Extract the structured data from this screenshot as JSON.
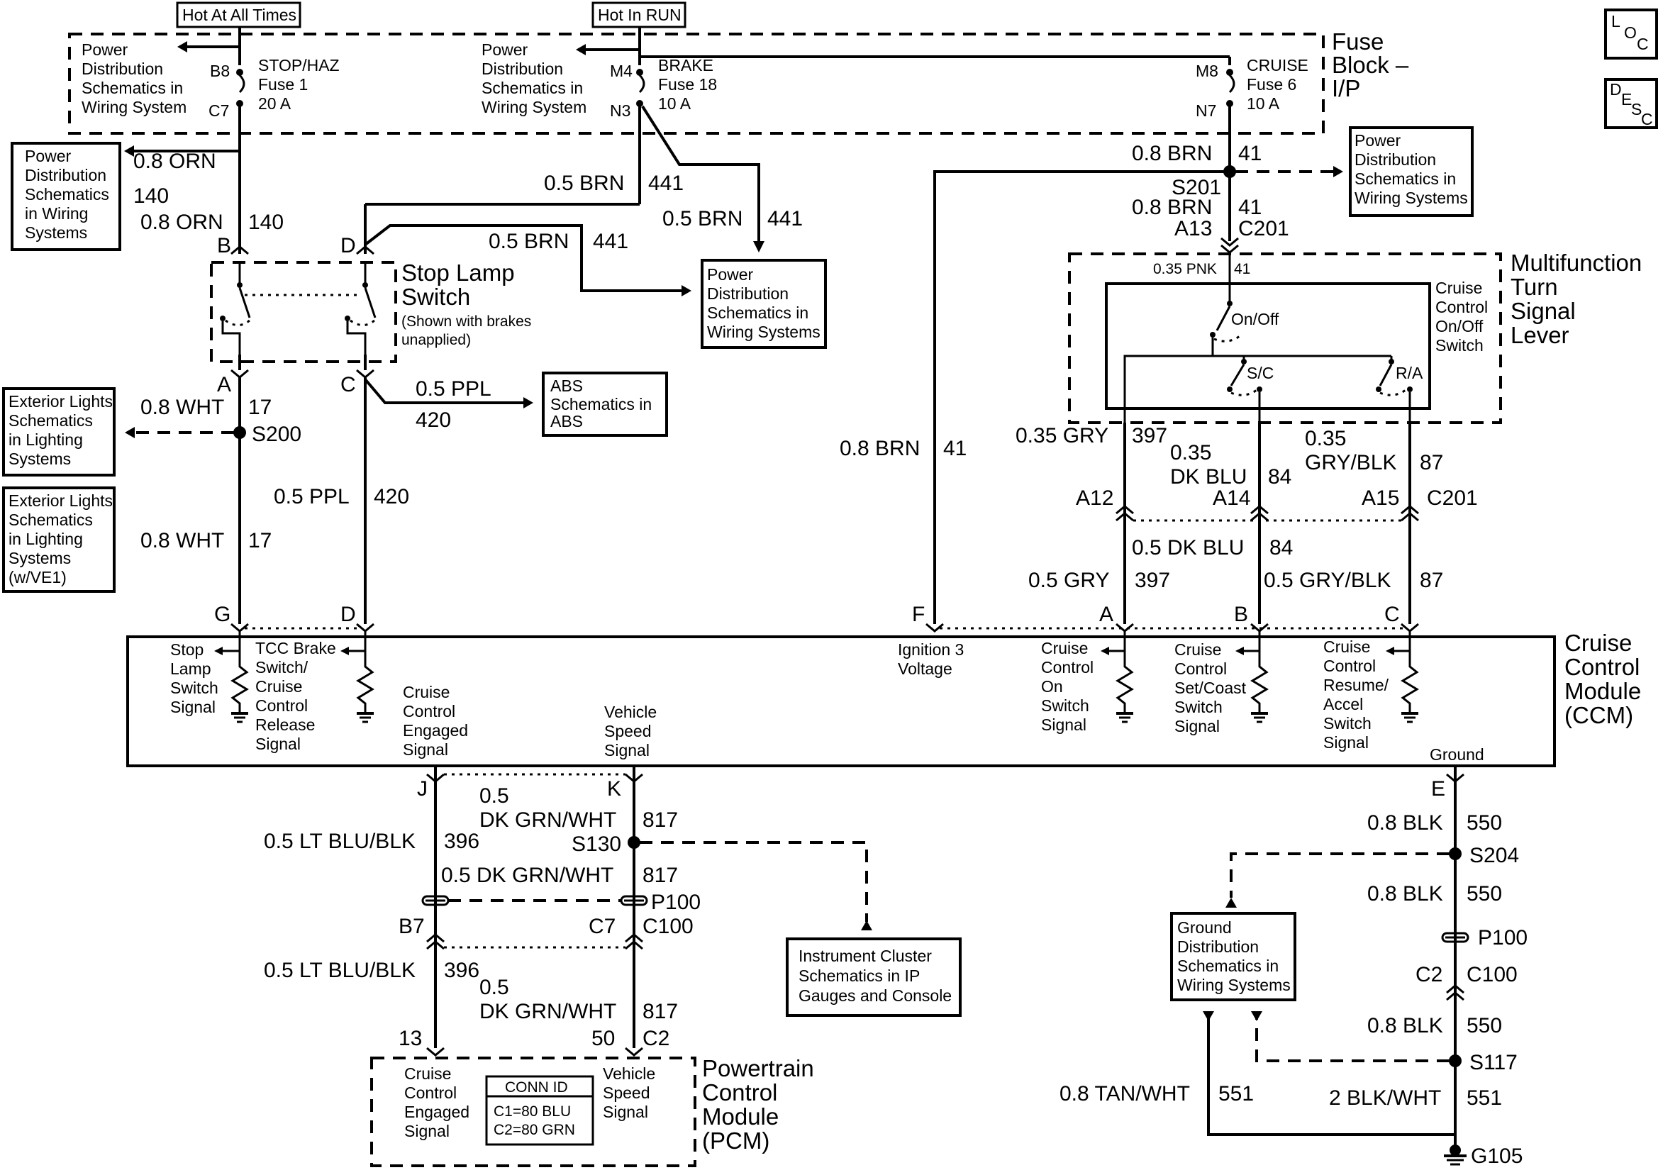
{
  "supply": {
    "hot_all_times": "Hot At All Times",
    "hot_in_run": "Hot In RUN"
  },
  "fuse_block": {
    "title": [
      "Fuse",
      "Block –",
      "I/P"
    ],
    "fuse_stophaz": {
      "name": "STOP/HAZ",
      "fuse": "Fuse 1",
      "rating": "20 A",
      "pin_in": "B8",
      "pin_out": "C7"
    },
    "fuse_brake": {
      "name": "BRAKE",
      "fuse": "Fuse 18",
      "rating": "10 A",
      "pin_in": "M4",
      "pin_out": "N3"
    },
    "fuse_cruise": {
      "name": "CRUISE",
      "fuse": "Fuse 6",
      "rating": "10 A",
      "pin_in": "M8",
      "pin_out": "N7"
    }
  },
  "refs": {
    "pd_wiring_1": [
      "Power",
      "Distribution",
      "Schematics in",
      "Wiring System"
    ],
    "pd_wiring_2": [
      "Power",
      "Distribution",
      "Schematics in",
      "Wiring System"
    ],
    "pd_wiring_left": [
      "Power",
      "Distribution",
      "Schematics",
      "in Wiring",
      "Systems"
    ],
    "pd_wiring_mid": [
      "Power",
      "Distribution",
      "Schematics in",
      "Wiring Systems"
    ],
    "pd_wiring_right": [
      "Power",
      "Distribution",
      "Schematics in",
      "Wiring Systems"
    ],
    "abs": [
      "ABS",
      "Schematics in",
      "ABS"
    ],
    "ext_lights_1": [
      "Exterior Lights",
      "Schematics",
      "in Lighting",
      "Systems"
    ],
    "ext_lights_2": [
      "Exterior Lights",
      "Schematics",
      "in Lighting",
      "Systems",
      "(w/VE1)"
    ],
    "ic": [
      "Instrument Cluster",
      "Schematics in IP",
      "Gauges and Console"
    ],
    "ground": [
      "Ground",
      "Distribution",
      "Schematics in",
      "Wiring Systems"
    ]
  },
  "wires": {
    "orn_140_a": {
      "size": "0.8 ORN",
      "circuit": "140"
    },
    "orn_140_b": {
      "size": "0.8 ORN",
      "circuit": "140"
    },
    "brn_441_a": {
      "size": "0.5 BRN",
      "circuit": "441"
    },
    "brn_441_b": {
      "size": "0.5 BRN",
      "circuit": "441"
    },
    "brn_441_c": {
      "size": "0.5 BRN",
      "circuit": "441"
    },
    "wht_17_a": {
      "size": "0.8 WHT",
      "circuit": "17"
    },
    "wht_17_b": {
      "size": "0.8 WHT",
      "circuit": "17"
    },
    "ppl_420_a": {
      "size": "0.5 PPL",
      "circuit": "420"
    },
    "ppl_420_b": {
      "size": "0.5 PPL",
      "circuit": "420"
    },
    "brn_41_a": {
      "size": "0.8 BRN",
      "circuit": "41"
    },
    "brn_41_b": {
      "size": "0.8 BRN",
      "circuit": "41"
    },
    "brn_41_c": {
      "size": "0.8 BRN",
      "circuit": "41"
    },
    "pnk_41": {
      "size": "0.35 PNK",
      "circuit": "41"
    },
    "gry_397_a": {
      "size": "0.35 GRY",
      "circuit": "397"
    },
    "dkblu_84_a": {
      "size1": "0.35",
      "size2": "DK BLU",
      "circuit": "84"
    },
    "gryblk_87_a": {
      "size1": "0.35",
      "size2": "GRY/BLK",
      "circuit": "87"
    },
    "gry_397_b": {
      "size": "0.5 GRY",
      "circuit": "397"
    },
    "dkblu_84_b": {
      "size": "0.5 DK BLU",
      "circuit": "84"
    },
    "gryblk_87_b": {
      "size": "0.5 GRY/BLK",
      "circuit": "87"
    },
    "ltblu_396_a": {
      "size": "0.5 LT BLU/BLK",
      "circuit": "396"
    },
    "ltblu_396_b": {
      "size": "0.5 LT BLU/BLK",
      "circuit": "396"
    },
    "dkgrn_817_a": {
      "size1": "0.5",
      "size2": "DK GRN/WHT",
      "circuit": "817"
    },
    "dkgrn_817_b": {
      "size": "0.5 DK GRN/WHT",
      "circuit": "817"
    },
    "dkgrn_817_c": {
      "size1": "0.5",
      "size2": "DK GRN/WHT",
      "circuit": "817"
    },
    "blk_550_a": {
      "size": "0.8 BLK",
      "circuit": "550"
    },
    "blk_550_b": {
      "size": "0.8 BLK",
      "circuit": "550"
    },
    "blk_550_c": {
      "size": "0.8 BLK",
      "circuit": "550"
    },
    "tanwht_551": {
      "size": "0.8 TAN/WHT",
      "circuit": "551"
    },
    "blkwht_551": {
      "size": "2 BLK/WHT",
      "circuit": "551"
    }
  },
  "splices": {
    "s200": "S200",
    "s201": "S201",
    "s130": "S130",
    "s204": "S204",
    "s117": "S117",
    "g105": "G105",
    "p100a": "P100",
    "p100b": "P100"
  },
  "connectors": {
    "c201_top": [
      "A13",
      "C201"
    ],
    "c201_bot": [
      "A12",
      "A14",
      "A15",
      "C201"
    ],
    "c100_a": [
      "B7",
      "C7",
      "C100"
    ],
    "c100_b": [
      "C2",
      "C100"
    ],
    "stop_pins": [
      "B",
      "D",
      "A",
      "C"
    ],
    "ccm_pins": [
      "G",
      "D",
      "F",
      "A",
      "B",
      "C",
      "J",
      "K",
      "E"
    ],
    "pcm_pins": [
      "13",
      "50",
      "C2"
    ]
  },
  "stop_lamp": {
    "title": [
      "Stop Lamp",
      "Switch"
    ],
    "note": [
      "(Shown with brakes",
      "unapplied)"
    ]
  },
  "mf_lever": {
    "title": [
      "Multifunction",
      "Turn",
      "Signal",
      "Lever"
    ],
    "switch": [
      "Cruise",
      "Control",
      "On/Off",
      "Switch"
    ],
    "on_off": "On/Off",
    "sc": "S/C",
    "ra": "R/A"
  },
  "ccm": {
    "title": [
      "Cruise",
      "Control",
      "Module",
      "(CCM)"
    ],
    "stop_lamp_sig": [
      "Stop",
      "Lamp",
      "Switch",
      "Signal"
    ],
    "tcc_brake": [
      "TCC Brake",
      "Switch/",
      "Cruise",
      "Control",
      "Release",
      "Signal"
    ],
    "engaged": [
      "Cruise",
      "Control",
      "Engaged",
      "Signal"
    ],
    "vss": [
      "Vehicle",
      "Speed",
      "Signal"
    ],
    "ign3": [
      "Ignition 3",
      "Voltage"
    ],
    "on_sig": [
      "Cruise",
      "Control",
      "On",
      "Switch",
      "Signal"
    ],
    "setcoast": [
      "Cruise",
      "Control",
      "Set/Coast",
      "Switch",
      "Signal"
    ],
    "resume": [
      "Cruise",
      "Control",
      "Resume/",
      "Accel",
      "Switch",
      "Signal"
    ],
    "ground": "Ground"
  },
  "pcm": {
    "title": [
      "Powertrain",
      "Control",
      "Module",
      "(PCM)"
    ],
    "engaged": [
      "Cruise",
      "Control",
      "Engaged",
      "Signal"
    ],
    "vss": [
      "Vehicle",
      "Speed",
      "Signal"
    ],
    "conn_id": [
      "CONN ID",
      "C1=80 BLU",
      "C2=80 GRN"
    ]
  },
  "icons": {
    "loc": [
      "L",
      "O",
      "C"
    ],
    "desc": [
      "D",
      "E",
      "S",
      "C"
    ]
  }
}
